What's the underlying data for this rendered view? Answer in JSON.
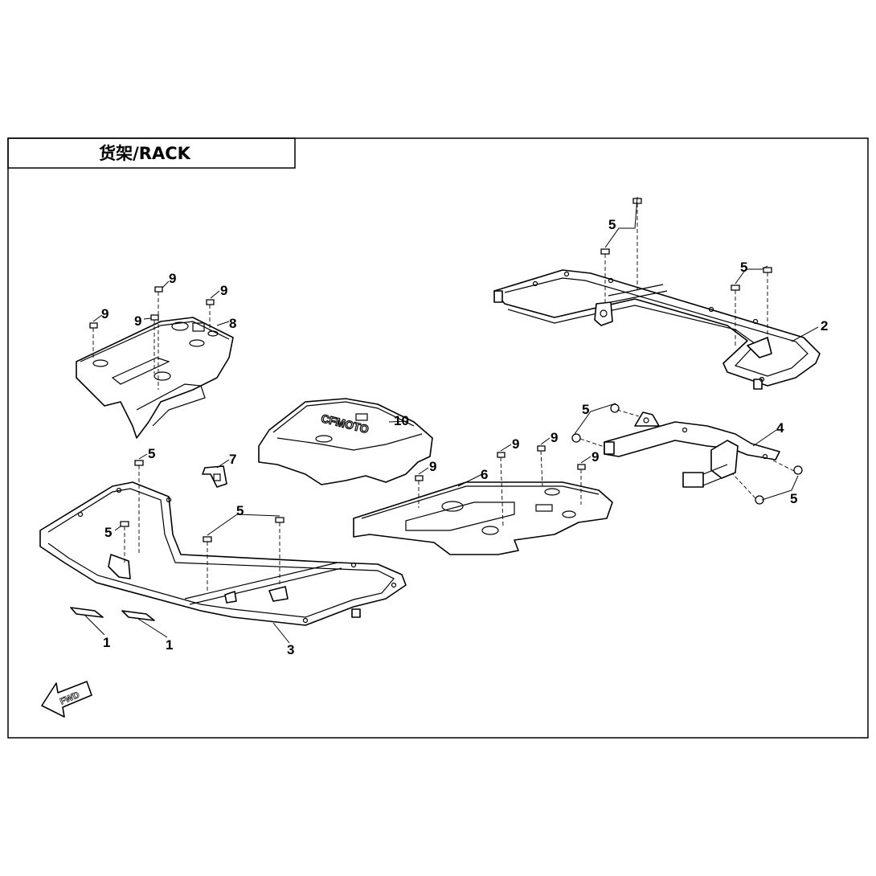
{
  "header": {
    "title": "货架/RACK"
  },
  "callouts": {
    "part_1_left": "1",
    "part_1_right": "1",
    "part_2": "2",
    "part_3": "3",
    "part_4": "4",
    "part_5_front_rack_a": "5",
    "part_5_front_rack_b": "5",
    "part_5_front_rack_c": "5",
    "part_5_rear_rack_a": "5",
    "part_5_rear_rack_b": "5",
    "part_5_bracket_a": "5",
    "part_5_bracket_b": "5",
    "part_6": "6",
    "part_7": "7",
    "part_8": "8",
    "part_9_a": "9",
    "part_9_b": "9",
    "part_9_c": "9",
    "part_9_d": "9",
    "part_9_e": "9",
    "part_9_f": "9",
    "part_9_g": "9",
    "part_10": "10"
  },
  "fwd_arrow": {
    "label": "FWD",
    "icon": "fwd-arrow-icon"
  },
  "logo_text": "CFMOTO"
}
